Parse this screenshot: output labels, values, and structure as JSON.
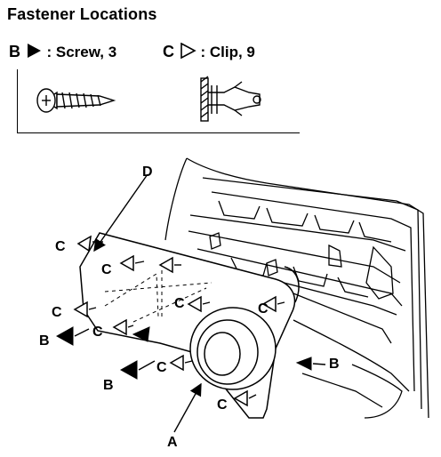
{
  "title": "Fastener Locations",
  "legend": {
    "screw": {
      "letter": "B",
      "text": ": Screw, 3"
    },
    "clip": {
      "letter": "C",
      "text": ": Clip, 9"
    }
  },
  "callouts": {
    "A": "A",
    "B": "B",
    "C": "C",
    "D": "D"
  }
}
